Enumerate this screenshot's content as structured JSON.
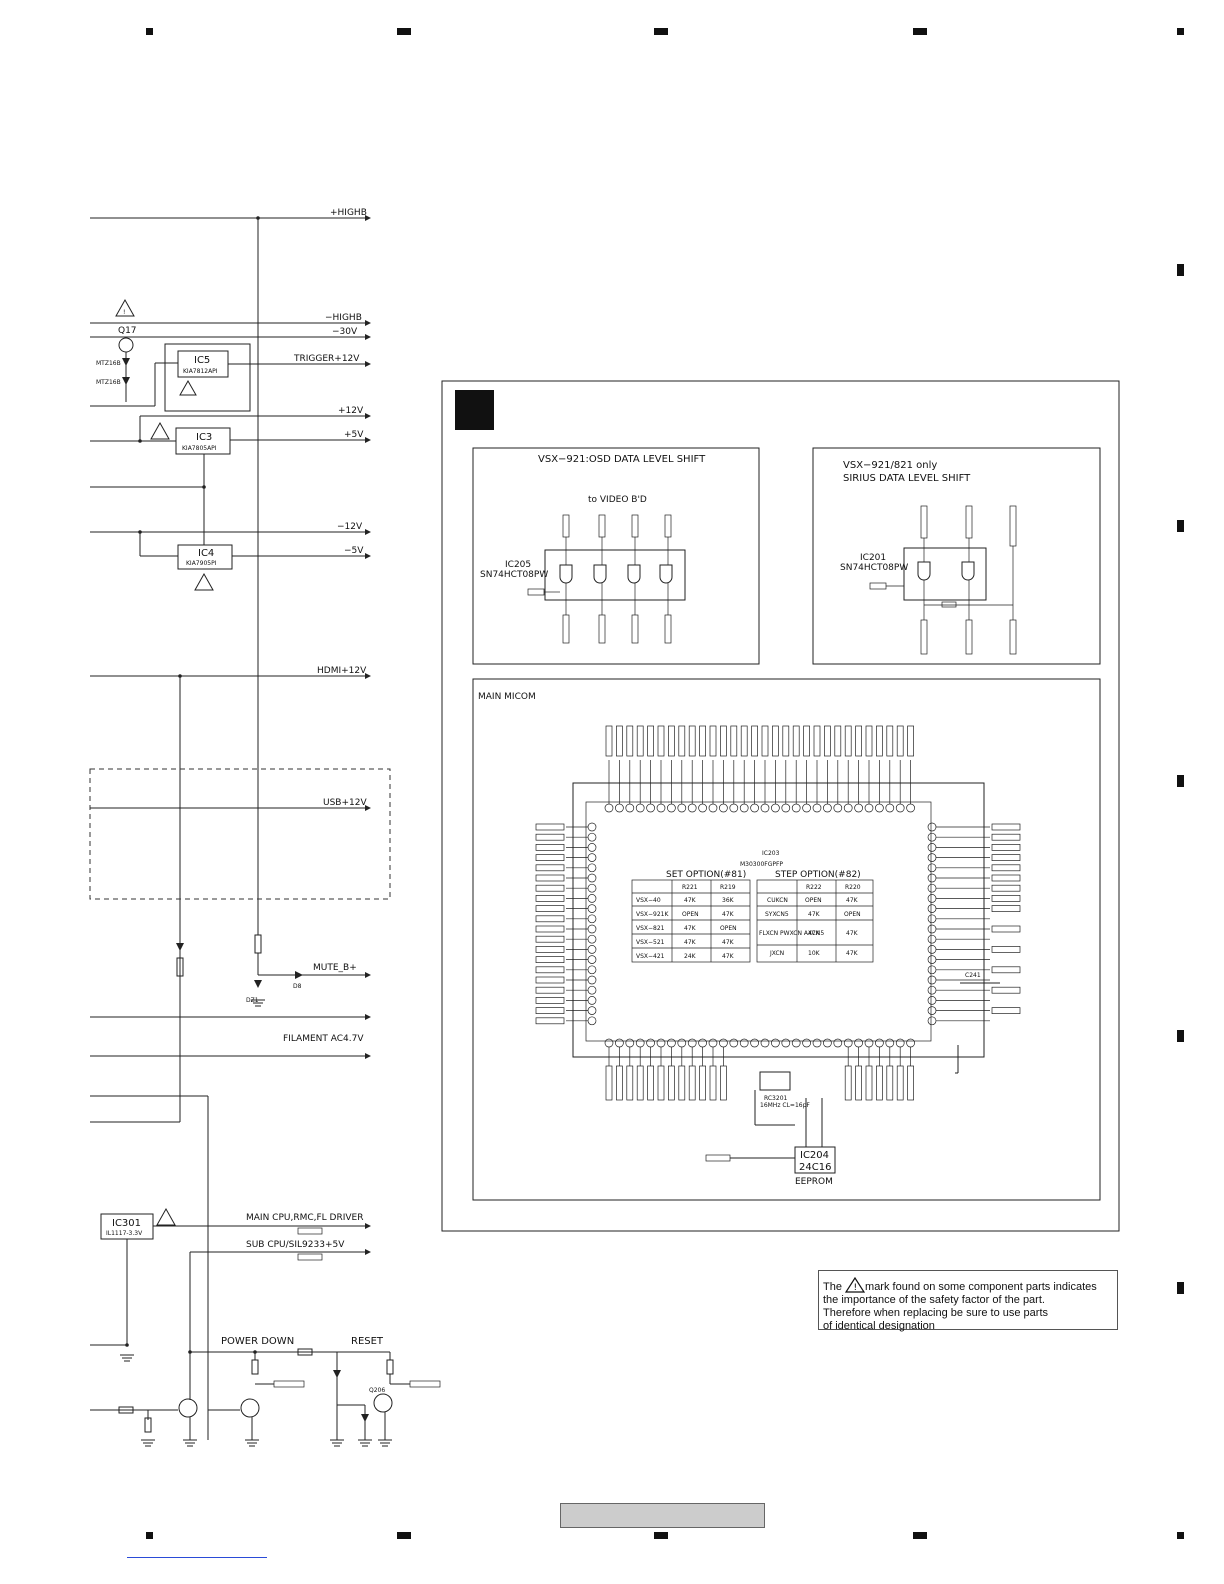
{
  "rails": {
    "highb_pos": "+HIGHB",
    "highb_neg": "−HIGHB",
    "neg30": "−30V",
    "trigger": "TRIGGER+12V",
    "p12": "+12V",
    "p5": "+5V",
    "n12": "−12V",
    "n5": "−5V",
    "hdmi": "HDMI+12V",
    "usb": "USB+12V",
    "mute": "MUTE_B+",
    "filament": "FILAMENT AC4.7V",
    "main_cpu": "MAIN CPU,RMC,FL DRIVER",
    "sub_cpu": "SUB CPU/SIL9233+5V"
  },
  "parts": {
    "q17": "Q17",
    "mtz1": "MTZ16B",
    "mtz2": "MTZ16B",
    "ic5": "IC5",
    "ic5_pn": "KIA7812API",
    "ic3": "IC3",
    "ic3_pn": "KIA7805API",
    "ic4": "IC4",
    "ic4_pn": "KIA7905PI",
    "dz1": "DZ1",
    "d8": "D8",
    "ic301": "IC301",
    "ic301_pn": "IL1117-3.3V",
    "power_down": "POWER DOWN",
    "reset": "RESET",
    "q206": "Q206"
  },
  "osd": {
    "title": "VSX−921:OSD DATA LEVEL SHIFT",
    "to_video": "to VIDEO B'D",
    "ic": "IC205",
    "ic_pn": "SN74HCT08PW"
  },
  "sirius": {
    "title1": "VSX−921/821 only",
    "title2": "SIRIUS DATA LEVEL SHIFT",
    "ic": "IC201",
    "ic_pn": "SN74HCT08PW"
  },
  "micom": {
    "title": "MAIN MICOM",
    "ic": "IC203",
    "ic_pn": "M30300FGPFP",
    "set_option": "SET OPTION(#81)",
    "step_option": "STEP OPTION(#82)",
    "set_table": {
      "headers": [
        "",
        "R221",
        "R219"
      ],
      "rows": [
        [
          "VSX−40",
          "47K",
          "36K"
        ],
        [
          "VSX−921K",
          "OPEN",
          "47K"
        ],
        [
          "VSX−821",
          "47K",
          "OPEN"
        ],
        [
          "VSX−521",
          "47K",
          "47K"
        ],
        [
          "VSX−421",
          "24K",
          "47K"
        ]
      ]
    },
    "step_table": {
      "headers": [
        "",
        "R222",
        "R220"
      ],
      "rows": [
        [
          "CUKCN",
          "OPEN",
          "47K"
        ],
        [
          "SYXCN5",
          "47K",
          "OPEN"
        ],
        [
          "FLXCN PWXCN AXCN5",
          "47K",
          "47K"
        ],
        [
          "JXCN",
          "10K",
          "47K"
        ]
      ]
    },
    "crystal": "RC3201",
    "crystal_spec": "16MHz CL=16pF",
    "c241": "C241",
    "eeprom_ic": "IC204",
    "eeprom_pn": "24C16",
    "eeprom": "EEPROM"
  },
  "note": {
    "line1a": "The",
    "line1b": "mark found on some component parts indicates",
    "line2": "the importance of the safety factor of the part.",
    "line3": "Therefore when replacing be sure to use parts",
    "line4": "of identical designation"
  }
}
